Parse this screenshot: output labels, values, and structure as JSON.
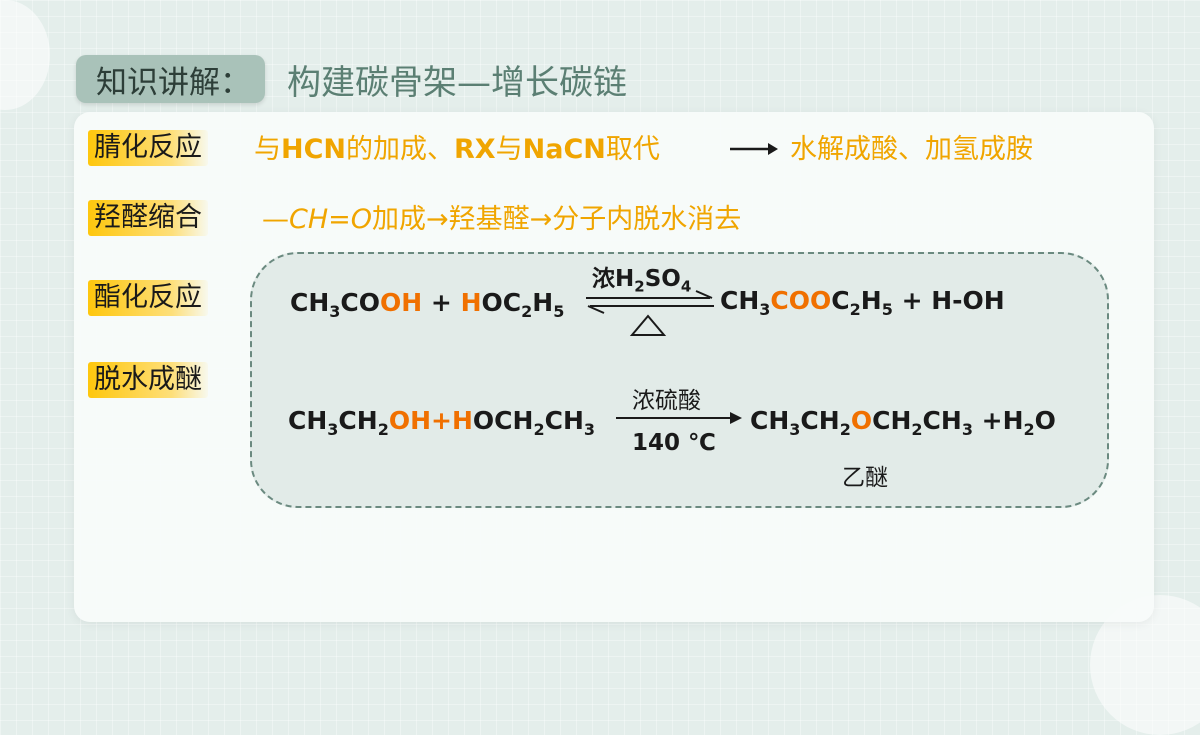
{
  "title": {
    "tag": "知识讲解：",
    "text": "构建碳骨架—增长碳链"
  },
  "rows": [
    {
      "label": "腈化反应",
      "parts": [
        "与",
        "HCN",
        "的加成、",
        "RX",
        "与",
        "NaCN",
        "取代",
        "水解成酸、加氢成胺"
      ]
    },
    {
      "label": "羟醛缩合",
      "parts": [
        "—",
        "CH=O",
        "加成",
        "→",
        "羟基醛",
        "→",
        "分子内脱水消去"
      ]
    },
    {
      "label": "酯化反应"
    },
    {
      "label": "脱水成醚"
    }
  ],
  "esterification": {
    "left1": "CH",
    "left1_sub": "3",
    "left2": "CO",
    "left_oh": "OH",
    "plus1": " + ",
    "left_h": "H",
    "left3": "OC",
    "left3_sub": "2",
    "left4": "H",
    "left4_sub": "5",
    "cond_top": "浓H",
    "cond_top_sub1": "2",
    "cond_top2": "SO",
    "cond_top_sub2": "4",
    "r1": "CH",
    "r1_sub": "3",
    "r_coo": "COO",
    "r2": "C",
    "r2_sub": "2",
    "r3": "H",
    "r3_sub": "5",
    "r4": " + H-OH"
  },
  "etherification": {
    "l1": "CH",
    "l1_sub": "3",
    "l2": "CH",
    "l2_sub": "2",
    "l_oh": "OH",
    "plus": "+",
    "l_h": "H",
    "l3": "OCH",
    "l3_sub": "2",
    "l4": "CH",
    "l4_sub": "3",
    "cond_top": "浓硫酸",
    "cond_bottom": "140 ℃",
    "r1": "CH",
    "r1_sub": "3",
    "r2": "CH",
    "r2_sub": "2",
    "r_o": "O",
    "r3": "CH",
    "r3_sub": "2",
    "r4": "CH",
    "r4_sub": "3",
    "r5": " +H",
    "r5_sub": "2",
    "r6": "O",
    "product_name": "乙醚"
  },
  "colors": {
    "accent": "#f0a500",
    "highlight": "#f07000",
    "label_bg": "#ffc400"
  }
}
